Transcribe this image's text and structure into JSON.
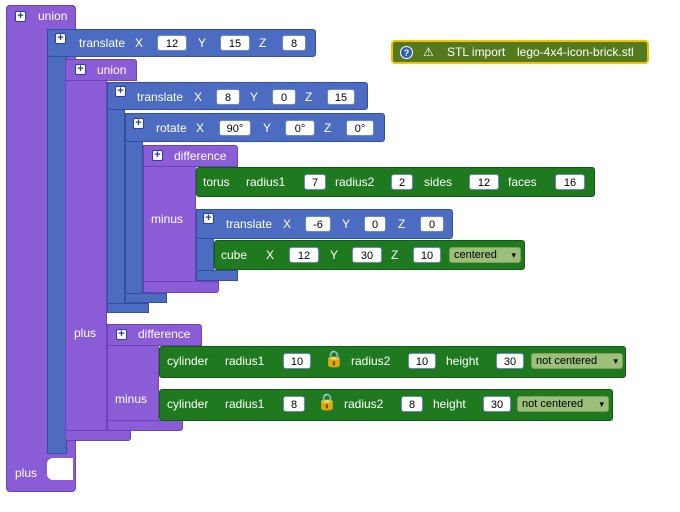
{
  "union_outer": {
    "label": "union",
    "plus_label": "plus"
  },
  "translate1": {
    "label": "translate",
    "x_label": "X",
    "y_label": "Y",
    "z_label": "Z",
    "x": "12",
    "y": "15",
    "z": "8"
  },
  "union_inner": {
    "label": "union",
    "plus_label": "plus"
  },
  "translate2": {
    "label": "translate",
    "x_label": "X",
    "y_label": "Y",
    "z_label": "Z",
    "x": "8",
    "y": "0",
    "z": "15"
  },
  "rotate": {
    "label": "rotate",
    "x_label": "X",
    "y_label": "Y",
    "z_label": "Z",
    "x": "90°",
    "y": "0°",
    "z": "0°"
  },
  "difference1": {
    "label": "difference",
    "minus_label": "minus"
  },
  "torus": {
    "label": "torus",
    "radius1_label": "radius1",
    "radius1": "7",
    "radius2_label": "radius2",
    "radius2": "2",
    "sides_label": "sides",
    "sides": "12",
    "faces_label": "faces",
    "faces": "16"
  },
  "translate3": {
    "label": "translate",
    "x_label": "X",
    "y_label": "Y",
    "z_label": "Z",
    "x": "-6",
    "y": "0",
    "z": "0"
  },
  "cube": {
    "label": "cube",
    "x_label": "X",
    "y_label": "Y",
    "z_label": "Z",
    "x": "12",
    "y": "30",
    "z": "10",
    "centered": "centered"
  },
  "difference2": {
    "label": "difference",
    "minus_label": "minus"
  },
  "cylinder1": {
    "label": "cylinder",
    "radius1_label": "radius1",
    "radius1": "10",
    "radius2_label": "radius2",
    "radius2": "10",
    "height_label": "height",
    "height": "30",
    "centered": "not centered"
  },
  "cylinder2": {
    "label": "cylinder",
    "radius1_label": "radius1",
    "radius1": "8",
    "radius2_label": "radius2",
    "radius2": "8",
    "height_label": "height",
    "height": "30",
    "centered": "not centered"
  },
  "stl": {
    "label": "STL import",
    "filename": "lego-4x4-icon-brick.stl"
  },
  "icons": {
    "plus": "+",
    "dropdown": "▾",
    "lock": "🔒",
    "help": "?",
    "warning": "⚠"
  },
  "colors": {
    "union": "#8a5cd6",
    "transform": "#4b6cc0",
    "primitive": "#1f7a1f",
    "highlight": "#f5c400"
  }
}
